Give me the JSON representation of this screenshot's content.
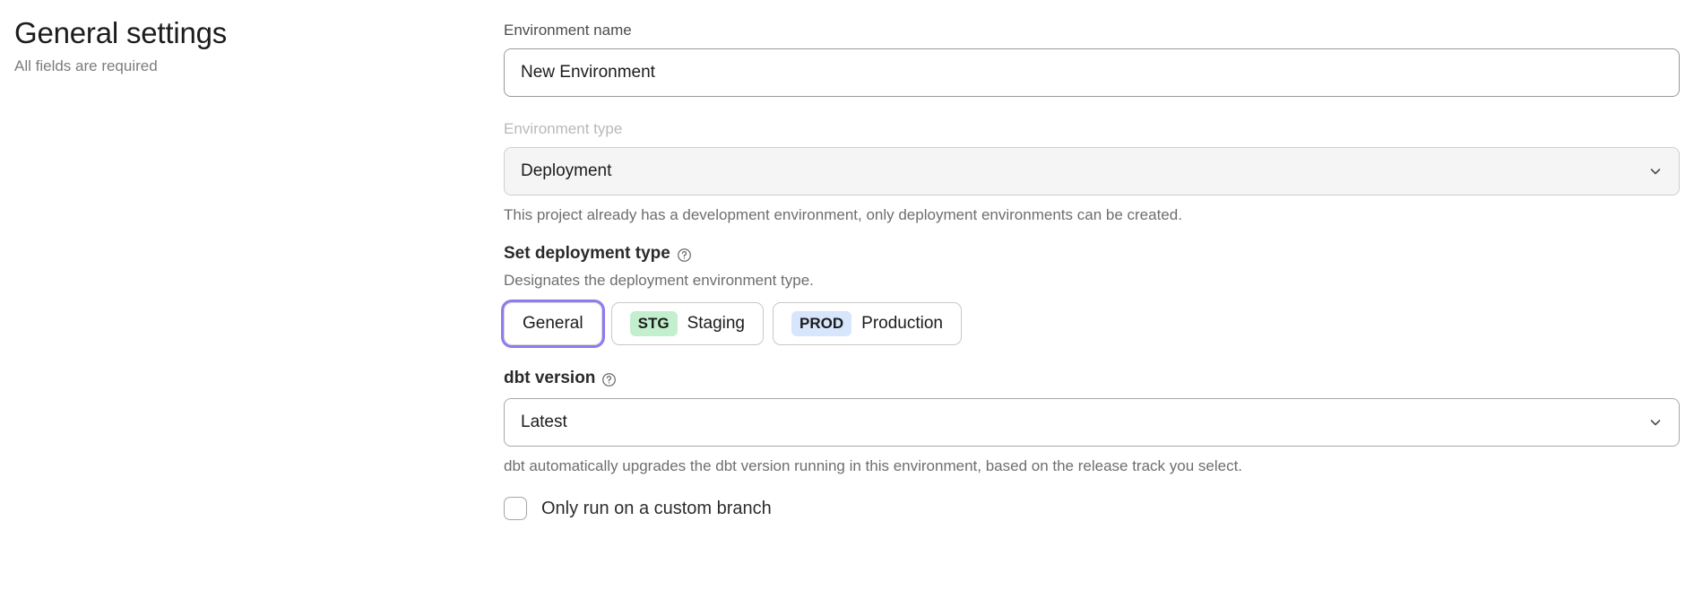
{
  "header": {
    "title": "General settings",
    "subtitle": "All fields are required"
  },
  "form": {
    "environment_name": {
      "label": "Environment name",
      "value": "New Environment",
      "placeholder": "Environment name"
    },
    "environment_type": {
      "label": "Environment type",
      "value": "Deployment",
      "disabled_label": true,
      "helper": "This project already has a development environment, only deployment environments can be created.",
      "chevron_icon": "chevron-down-icon"
    },
    "deployment_type": {
      "title": "Set deployment type",
      "help_icon": "question-circle-icon",
      "description": "Designates the deployment environment type.",
      "options": [
        {
          "label": "General",
          "badge": null,
          "badge_bg": null,
          "selected": true
        },
        {
          "label": "Staging",
          "badge": "STG",
          "badge_bg": "#c2f0ce",
          "selected": false
        },
        {
          "label": "Production",
          "badge": "PROD",
          "badge_bg": "#d7e6fd",
          "selected": false
        }
      ]
    },
    "dbt_version": {
      "label": "dbt version",
      "help_icon": "question-circle-icon",
      "value": "Latest",
      "helper": "dbt automatically upgrades the dbt version running in this environment, based on the release track you select.",
      "chevron_icon": "chevron-down-icon"
    },
    "custom_branch": {
      "label": "Only run on a custom branch",
      "checked": false
    }
  },
  "colors": {
    "focus_ring": "#8c7cf0",
    "staging_badge": "#c2f0ce",
    "production_badge": "#d7e6fd"
  }
}
